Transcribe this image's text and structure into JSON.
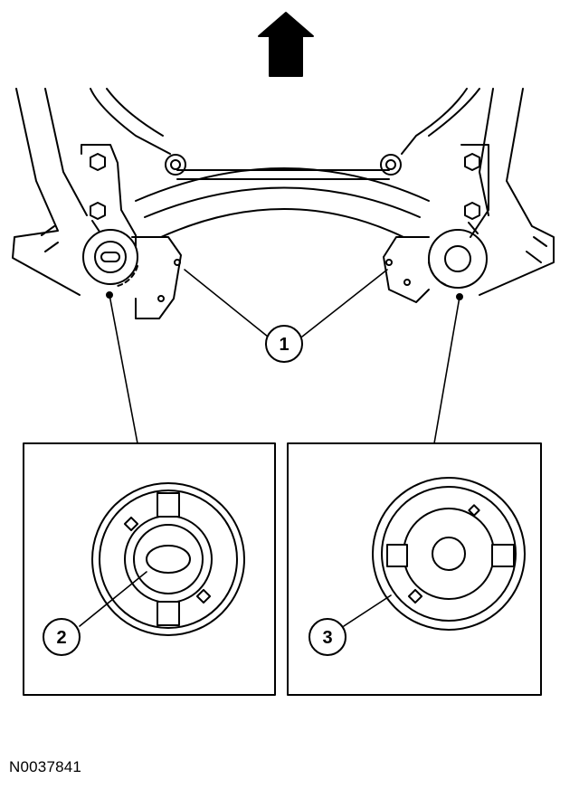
{
  "callouts": {
    "one": "1",
    "two": "2",
    "three": "3"
  },
  "figure_id": "N0037841",
  "colors": {
    "ink": "#000000",
    "paper": "#ffffff"
  },
  "icons": {
    "direction_arrow": "arrow-up-icon"
  }
}
